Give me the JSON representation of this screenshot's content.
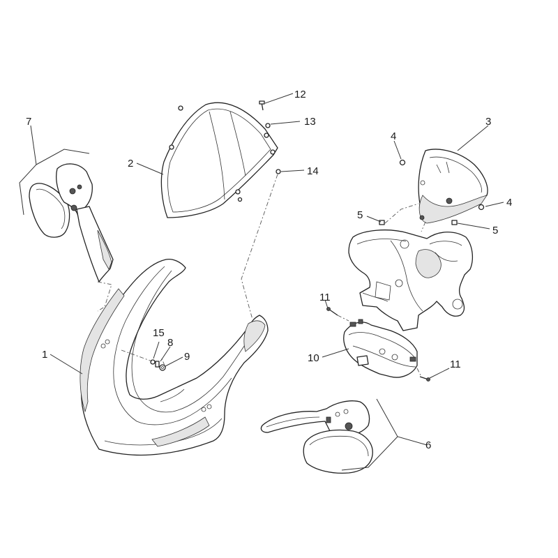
{
  "callouts": {
    "c1": "1",
    "c2": "2",
    "c3": "3",
    "c4a": "4",
    "c4b": "4",
    "c5a": "5",
    "c5b": "5",
    "c6": "6",
    "c7": "7",
    "c8": "8",
    "c9": "9",
    "c10": "10",
    "c11a": "11",
    "c11b": "11",
    "c12": "12",
    "c13": "13",
    "c14": "14",
    "c15": "15"
  }
}
